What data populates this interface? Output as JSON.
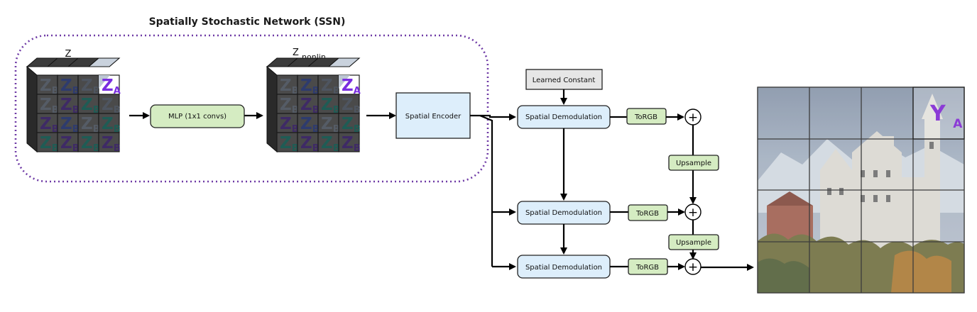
{
  "title": "Spatially Stochastic Network (SSN)",
  "z_label": "Z",
  "znonlin_label": {
    "main": "Z",
    "sub": "nonlin"
  },
  "cube_glyph": {
    "letter": "Z",
    "highlight_sub": "A",
    "other_sub": "B"
  },
  "cube_highlight_color": "#7a2ee0",
  "cube_grid_colors": [
    [
      "#555c66",
      "#2e3b6e",
      "#4e5560",
      "#7a2ee0"
    ],
    [
      "#555c66",
      "#3e2a66",
      "#1f5c55",
      "#4e5560"
    ],
    [
      "#3e2a66",
      "#2e3b6e",
      "#555c66",
      "#1f5c55"
    ],
    [
      "#1f5c55",
      "#3e2a66",
      "#1f5c55",
      "#3e2a66"
    ]
  ],
  "nodes": {
    "mlp": "MLP (1x1 convs)",
    "spatial_encoder": "Spatial Encoder",
    "learned_constant": "Learned Constant",
    "spatial_demod": [
      "Spatial Demodulation",
      "Spatial Demodulation",
      "Spatial Demodulation"
    ],
    "torgb": [
      "ToRGB",
      "ToRGB",
      "ToRGB"
    ],
    "upsample": [
      "Upsample",
      "Upsample"
    ],
    "plus_symbol": "+"
  },
  "output_label": {
    "letter": "Y",
    "sub": "A"
  },
  "colors": {
    "green_fill": "#d5ecc2",
    "blue_fill": "#ddeefb",
    "gray_fill": "#e6e6e6",
    "dashed_border": "#6f3ba6",
    "output_label": "#8b3bd6"
  }
}
